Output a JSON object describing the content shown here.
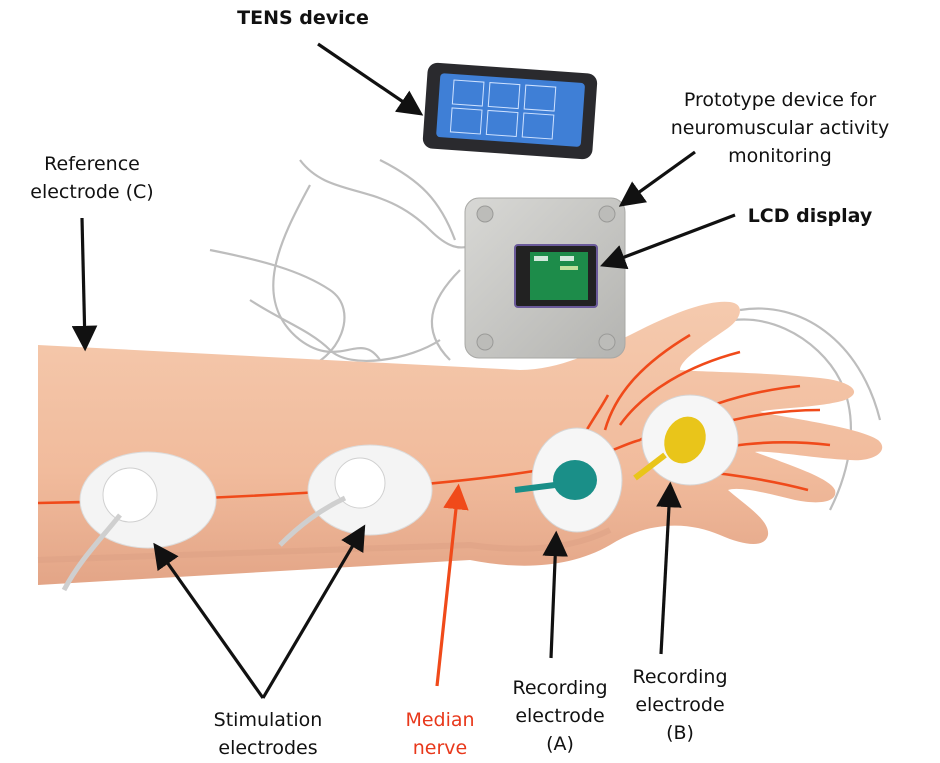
{
  "labels": {
    "tens_device": [
      "TENS device"
    ],
    "prototype_device": [
      "Prototype device for",
      "neuromuscular activity",
      "monitoring"
    ],
    "lcd_display": [
      "LCD display"
    ],
    "reference_electrode": [
      "Reference",
      "electrode (C)"
    ],
    "stimulation_electrodes": [
      "Stimulation",
      "electrodes"
    ],
    "median_nerve": [
      "Median",
      "nerve"
    ],
    "recording_electrode_a": [
      "Recording",
      "electrode",
      "(A)"
    ],
    "recording_electrode_b": [
      "Recording",
      "electrode",
      "(B)"
    ]
  },
  "colors": {
    "skin": "#f3c4a8",
    "skin_shadow": "#e4a98a",
    "nerve": "#f04a1a",
    "arrow": "#111111",
    "box": "#c9c9c6",
    "tens_screen": "#3f7fd6",
    "lcd_screen": "#1d8c4a",
    "snap_green": "#1a8f88",
    "snap_yellow": "#e9c51a",
    "electrode_pad": "#f4f4f4"
  },
  "icons": {
    "tens": "tens-device-icon",
    "box": "prototype-box-icon",
    "lcd": "lcd-screen-icon"
  }
}
